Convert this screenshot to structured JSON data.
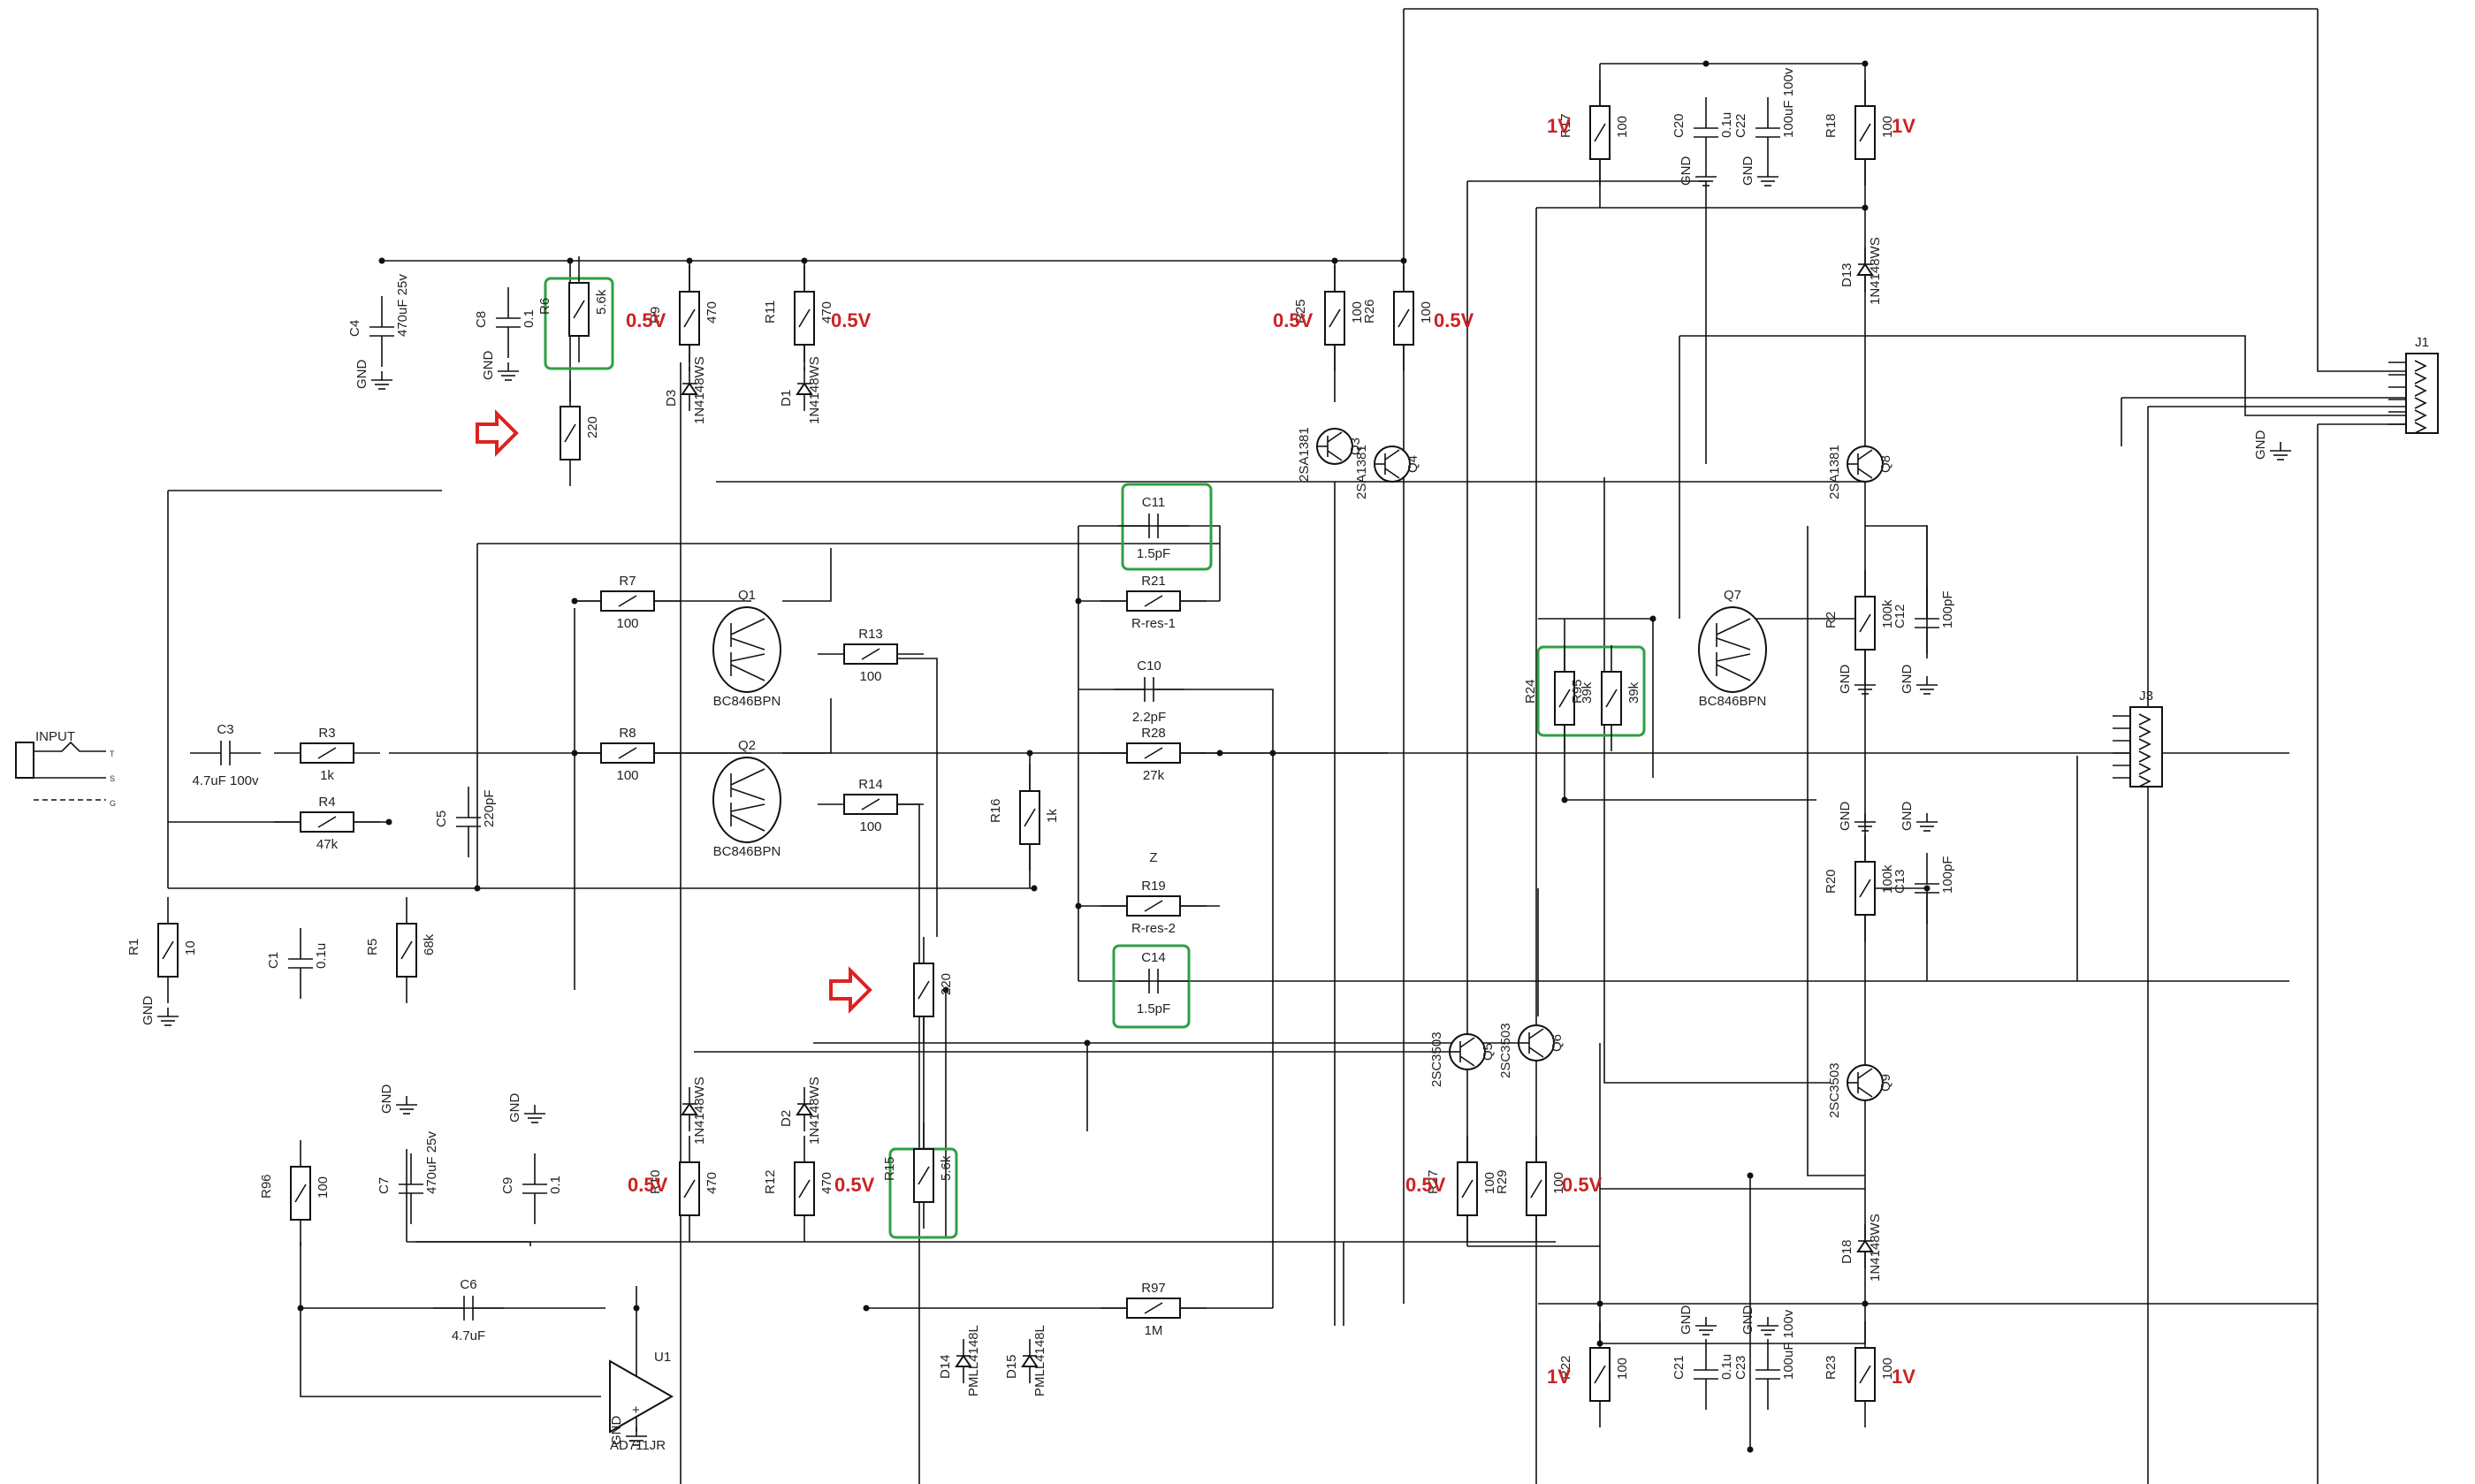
{
  "title": "",
  "input": {
    "label": "INPUT",
    "pins": [
      "T",
      "S",
      "G"
    ]
  },
  "gnd": "GND",
  "voltages": {
    "half": "0.5V",
    "one": "1V"
  },
  "resistors": [
    {
      "ref": "R1",
      "val": "10"
    },
    {
      "ref": "R2",
      "val": "100k"
    },
    {
      "ref": "R3",
      "val": "1k"
    },
    {
      "ref": "R4",
      "val": "47k"
    },
    {
      "ref": "R5",
      "val": "68k"
    },
    {
      "ref": "R6",
      "val": "5.6k"
    },
    {
      "ref": "R7",
      "val": "100"
    },
    {
      "ref": "R8",
      "val": "100"
    },
    {
      "ref": "R9",
      "val": "470"
    },
    {
      "ref": "R10",
      "val": "470"
    },
    {
      "ref": "R11",
      "val": "470"
    },
    {
      "ref": "R12",
      "val": "470"
    },
    {
      "ref": "R13",
      "val": "100"
    },
    {
      "ref": "R14",
      "val": "100"
    },
    {
      "ref": "R15",
      "val": "5.6k"
    },
    {
      "ref": "R16",
      "val": "1k"
    },
    {
      "ref": "R17",
      "val": "100"
    },
    {
      "ref": "R18",
      "val": "100"
    },
    {
      "ref": "R19",
      "val": "R-res-2"
    },
    {
      "ref": "R20",
      "val": "100k"
    },
    {
      "ref": "R21",
      "val": "R-res-1"
    },
    {
      "ref": "R22",
      "val": "100"
    },
    {
      "ref": "R23",
      "val": "100"
    },
    {
      "ref": "R24",
      "val": "39k"
    },
    {
      "ref": "R25",
      "val": "100"
    },
    {
      "ref": "R26",
      "val": "100"
    },
    {
      "ref": "R27",
      "val": "100"
    },
    {
      "ref": "R28",
      "val": "27k"
    },
    {
      "ref": "R29",
      "val": "100"
    },
    {
      "ref": "R95",
      "val": "39k"
    },
    {
      "ref": "R96",
      "val": "100"
    },
    {
      "ref": "R97",
      "val": "1M"
    },
    {
      "ref": "",
      "val": "220"
    },
    {
      "ref": "",
      "val": "220"
    }
  ],
  "capacitors": [
    {
      "ref": "C1",
      "val": "0.1u"
    },
    {
      "ref": "C3",
      "val": "4.7uF 100v"
    },
    {
      "ref": "C4",
      "val": "470uF 25v"
    },
    {
      "ref": "C5",
      "val": "220pF"
    },
    {
      "ref": "C6",
      "val": "4.7uF"
    },
    {
      "ref": "C7",
      "val": "470uF 25v"
    },
    {
      "ref": "C8",
      "val": "0.1"
    },
    {
      "ref": "C9",
      "val": "0.1"
    },
    {
      "ref": "C10",
      "val": "2.2pF"
    },
    {
      "ref": "C11",
      "val": "1.5pF"
    },
    {
      "ref": "C12",
      "val": "100pF"
    },
    {
      "ref": "C13",
      "val": "100pF"
    },
    {
      "ref": "C14",
      "val": "1.5pF"
    },
    {
      "ref": "C20",
      "val": "0.1u"
    },
    {
      "ref": "C21",
      "val": "0.1u"
    },
    {
      "ref": "C22",
      "val": "100uF 100v"
    },
    {
      "ref": "C23",
      "val": "100uF 100v"
    }
  ],
  "diodes": [
    {
      "ref": "D1",
      "val": "1N4148WS"
    },
    {
      "ref": "D2",
      "val": "1N4148WS"
    },
    {
      "ref": "D3",
      "val": "1N4148WS"
    },
    {
      "ref": "",
      "val": "1N4148WS"
    },
    {
      "ref": "D13",
      "val": "1N4148WS"
    },
    {
      "ref": "D14",
      "val": "PMLL4148L"
    },
    {
      "ref": "D15",
      "val": "PMLL4148L"
    },
    {
      "ref": "D18",
      "val": "1N4148WS"
    }
  ],
  "transistors": [
    {
      "ref": "Q1",
      "val": "BC846BPN"
    },
    {
      "ref": "Q2",
      "val": "BC846BPN"
    },
    {
      "ref": "Q7",
      "val": "BC846BPN"
    },
    {
      "ref": "Q3",
      "val": "2SA1381"
    },
    {
      "ref": "Q4",
      "val": "2SA1381"
    },
    {
      "ref": "Q8",
      "val": "2SA1381"
    },
    {
      "ref": "Q5",
      "val": "2SC3503"
    },
    {
      "ref": "Q6",
      "val": "2SC3503"
    },
    {
      "ref": "Q9",
      "val": "2SC3503"
    }
  ],
  "ic": {
    "ref": "U1",
    "val": "AD711JR"
  },
  "connectors": [
    {
      "ref": "J1"
    },
    {
      "ref": "J3"
    }
  ],
  "z_label": "Z"
}
